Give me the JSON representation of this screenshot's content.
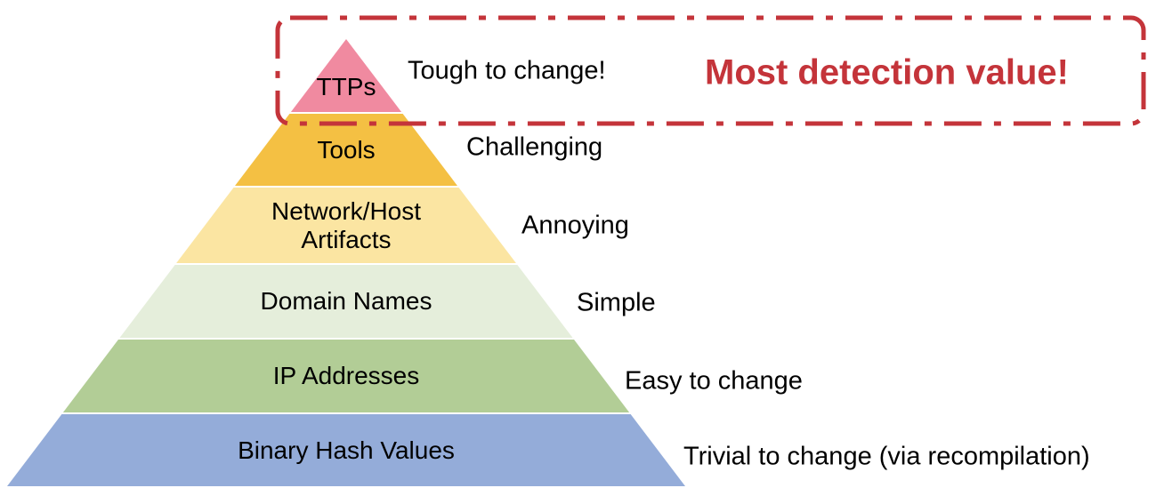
{
  "layers": [
    {
      "name": "TTPs",
      "difficulty": "Tough to change!",
      "color": "#f08aa0"
    },
    {
      "name": "Tools",
      "difficulty": "Challenging",
      "color": "#f4c043"
    },
    {
      "name": "Network/Host\nArtifacts",
      "difficulty": "Annoying",
      "color": "#fbe5a2"
    },
    {
      "name": "Domain Names",
      "difficulty": "Simple",
      "color": "#e5eedb"
    },
    {
      "name": "IP Addresses",
      "difficulty": "Easy to change",
      "color": "#b2cd96"
    },
    {
      "name": "Binary Hash Values",
      "difficulty": "Trivial to change (via recompilation)",
      "color": "#94acd9"
    }
  ],
  "callout": {
    "text": "Most detection value!",
    "color": "#c4343a"
  }
}
